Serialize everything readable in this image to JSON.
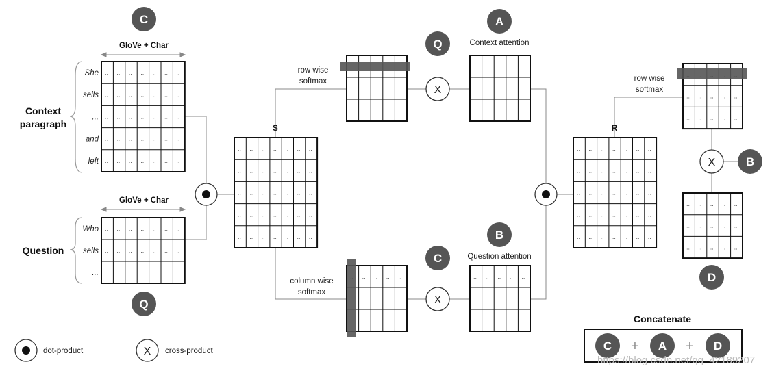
{
  "badges": {
    "c_top": "C",
    "q_left": "Q",
    "q_top": "Q",
    "a_top": "A",
    "b_mid": "B",
    "c_mid": "C",
    "b_right": "B",
    "d_right": "D"
  },
  "labels": {
    "glove_char_top": "GloVe + Char",
    "glove_char_bottom": "GloVe + Char",
    "context_paragraph_line1": "Context",
    "context_paragraph_line2": "paragraph",
    "question": "Question",
    "row_wise_1_line1": "row wise",
    "row_wise_1_line2": "softmax",
    "column_wise_line1": "column wise",
    "column_wise_line2": "softmax",
    "row_wise_2_line1": "row wise",
    "row_wise_2_line2": "softmax",
    "s_matrix": "S",
    "r_matrix": "R",
    "context_attention": "Context attention",
    "question_attention": "Question attention",
    "concatenate": "Concatenate",
    "cross_symbol": "X",
    "cell_dots": "..",
    "plus": "+"
  },
  "context_words": [
    "She",
    "sells",
    "...",
    "and",
    "left"
  ],
  "question_words": [
    "Who",
    "sells",
    "..."
  ],
  "concat_items": [
    "C",
    "A",
    "D"
  ],
  "legend": {
    "dot_product": "dot-product",
    "cross_product": "cross-product",
    "cross_symbol": "X"
  },
  "watermark": "https://blog.csdn.net/qq_42189207"
}
